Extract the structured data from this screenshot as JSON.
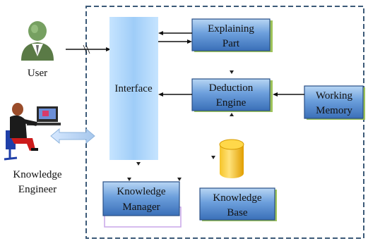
{
  "diagram": {
    "actors": {
      "user": "User",
      "knowledge_engineer": [
        "Knowledge",
        "Engineer"
      ]
    },
    "nodes": {
      "interface": "Interface",
      "explaining_part": [
        "Explaining",
        "Part"
      ],
      "deduction_engine": [
        "Deduction",
        "Engine"
      ],
      "working_memory": [
        "Working",
        "Memory"
      ],
      "knowledge_manager": [
        "Knowledge",
        "Manager"
      ],
      "knowledge_base": [
        "Knowledge",
        "Base"
      ]
    },
    "colors": {
      "box_fill_top": "#9cc4ee",
      "box_fill_bottom": "#3f78c2",
      "box_border": "#2a4f86",
      "interface_fill": "#a9d2fb",
      "container_dash": "#3c5a78",
      "cylinder": "#f2b500"
    }
  }
}
